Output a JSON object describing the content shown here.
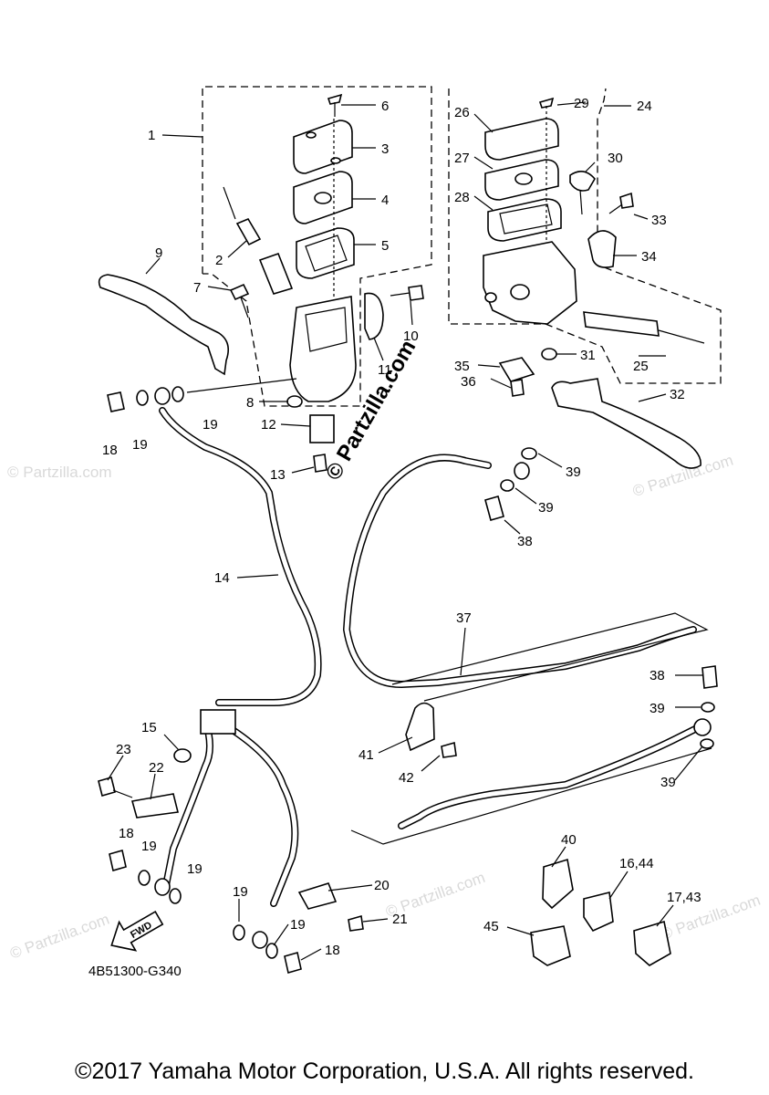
{
  "diagram_code": "4B51300-G340",
  "copyright": "©2017 Yamaha Motor Corporation, U.S.A. All rights reserved.",
  "fwd_arrow_text": "FWD",
  "watermark": "© Partzilla.com",
  "watermark_small": "© Partzilla.com",
  "callouts": {
    "c1": "1",
    "c2": "2",
    "c3": "3",
    "c4": "4",
    "c5": "5",
    "c6": "6",
    "c7": "7",
    "c8": "8",
    "c9": "9",
    "c10": "10",
    "c11": "11",
    "c12": "12",
    "c13": "13",
    "c14": "14",
    "c15": "15",
    "c18a": "18",
    "c19a": "19",
    "c19b": "19",
    "c23": "23",
    "c22": "22",
    "c18b": "18",
    "c19c": "19",
    "c19d": "19",
    "c19e": "19",
    "c19f": "19",
    "c18c": "18",
    "c20": "20",
    "c21": "21",
    "c24": "24",
    "c26": "26",
    "c27": "27",
    "c28": "28",
    "c29": "29",
    "c30": "30",
    "c33": "33",
    "c34": "34",
    "c35": "35",
    "c31": "31",
    "c25": "25",
    "c36": "36",
    "c32": "32",
    "c39a": "39",
    "c39b": "39",
    "c38a": "38",
    "c37": "37",
    "c38b": "38",
    "c39c": "39",
    "c39d": "39",
    "c41": "41",
    "c42": "42",
    "c40": "40",
    "c16_44": "16,44",
    "c17_43": "17,43",
    "c45": "45"
  }
}
